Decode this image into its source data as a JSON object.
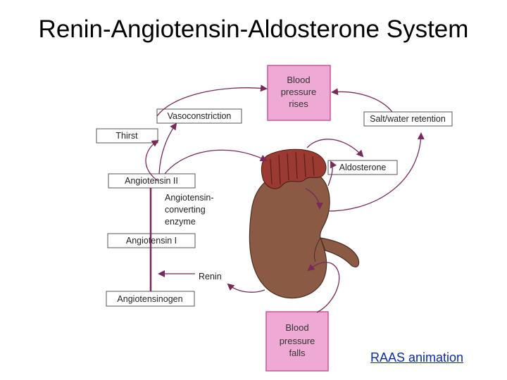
{
  "title": "Renin-Angiotensin-Aldosterone System",
  "diagram": {
    "bp_rises": [
      "Blood",
      "pressure",
      "rises"
    ],
    "bp_falls": [
      "Blood",
      "pressure",
      "falls"
    ],
    "vasoconstriction": "Vasoconstriction",
    "salt_water_retention": "Salt/water retention",
    "thirst": "Thirst",
    "aldosterone": "Aldosterone",
    "angiotensin_ii": "Angiotensin II",
    "ace": [
      "Angiotensin-",
      "converting",
      "enzyme"
    ],
    "angiotensin_i": "Angiotensin I",
    "renin": "Renin",
    "angiotensinogen": "Angiotensinogen"
  },
  "link": {
    "label": "RAAS animation"
  },
  "colors": {
    "pink_box": "#eea9d4",
    "pink_border": "#c9569a",
    "kidney": "#8a5a44",
    "adrenal": "#9a3a32",
    "arrow": "#7a2a5a"
  }
}
